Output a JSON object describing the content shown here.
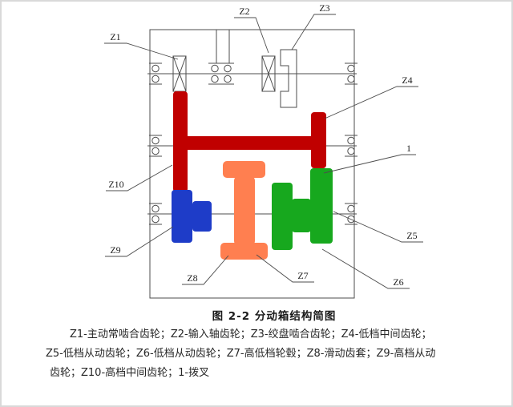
{
  "figure": {
    "caption": "图 2-2  分动箱结构简图",
    "legend_lines": [
      "Z1-主动常啮合齿轮；Z2-输入轴齿轮；Z3-绞盘啮合齿轮；Z4-低档中间齿轮；",
      "Z5-低档从动齿轮；Z6-低档从动齿轮；Z7-高低档轮毂；Z8-滑动齿套；Z9-高档从动",
      "齿轮；Z10-高档中间齿轮；1-拨叉"
    ],
    "callouts": [
      {
        "label": "Z1"
      },
      {
        "label": "Z2"
      },
      {
        "label": "Z3"
      },
      {
        "label": "Z4"
      },
      {
        "label": "1"
      },
      {
        "label": "Z10"
      },
      {
        "label": "Z9"
      },
      {
        "label": "Z8"
      },
      {
        "label": "Z7"
      },
      {
        "label": "Z6"
      },
      {
        "label": "Z5"
      }
    ],
    "colors": {
      "red": "#c00000",
      "blue": "#1e3cc8",
      "orange": "#ff7f50",
      "green": "#17a81e",
      "line": "#4d4d4d"
    }
  }
}
